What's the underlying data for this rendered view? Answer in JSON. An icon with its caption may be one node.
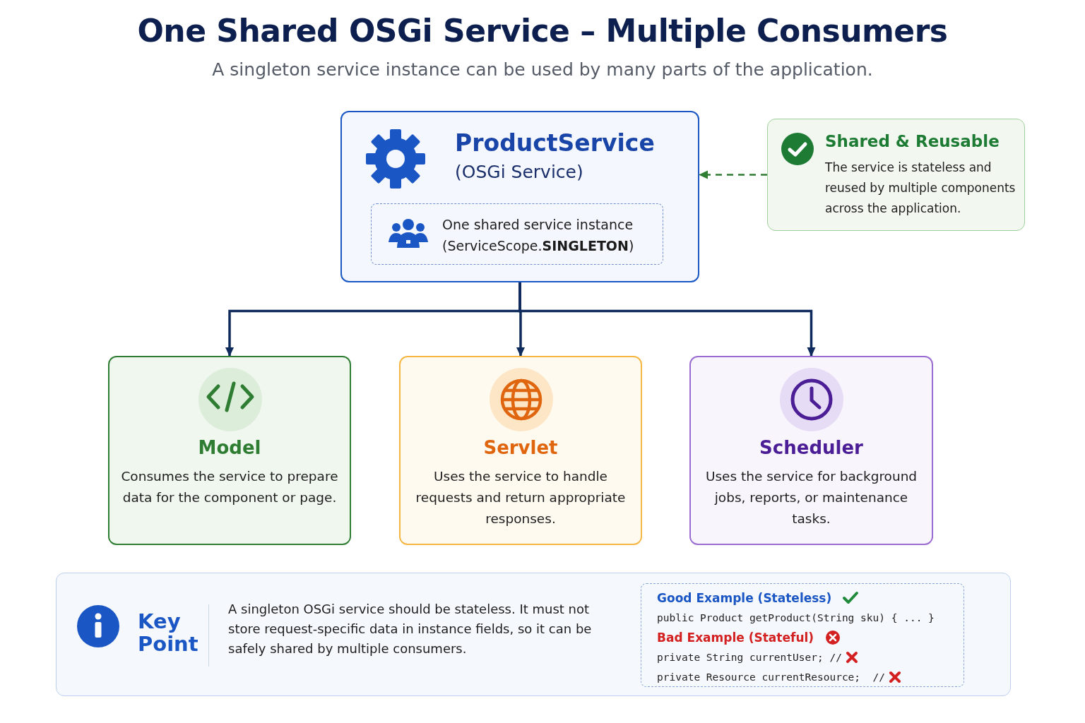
{
  "diagram": {
    "title": "One Shared OSGi Service – Multiple Consumers",
    "caption": "A singleton service instance can be used by many parts of the application.",
    "nodes": [
      {
        "text": [
          "ProductService",
          "(OSGi Service)"
        ]
      },
      {
        "text": [
          "One shared service instance (ServiceScope.**SINGLETON**)"
        ],
        "in": 0
      },
      {
        "text": [
          "Shared & Reusable",
          "The service is stateless and reused by multiple components across the application."
        ]
      },
      {
        "text": [
          "Model",
          "Consumes the service to prepare data for the component or page."
        ]
      },
      {
        "text": [
          "Servlet",
          "Uses the service to handle requests and return appropriate responses."
        ]
      },
      {
        "text": [
          "Scheduler",
          "Uses the service for background jobs, reports, or maintenance tasks."
        ]
      },
      {
        "text": [
          "Key Point",
          "A singleton OSGi service should be stateless. It must not store request-specific data in instance fields, so it can be safely shared by multiple consumers."
        ]
      },
      {
        "text": [
          "Good Example (Stateless)",
          "public Product getProduct(String sku) { ... }",
          "Bad Example (Stateful)",
          "private String currentUser; //",
          "private Resource currentResource;  //"
        ],
        "in": 6
      }
    ],
    "edges": [
      {
        "from": 2,
        "to": 0,
        "arrow": "to",
        "style": "dashed",
        "color": "#2e7d32"
      },
      {
        "from": 0,
        "to": 3,
        "arrow": "to"
      },
      {
        "from": 0,
        "to": 4,
        "arrow": "to"
      },
      {
        "from": 0,
        "to": 5,
        "arrow": "to"
      }
    ]
  }
}
